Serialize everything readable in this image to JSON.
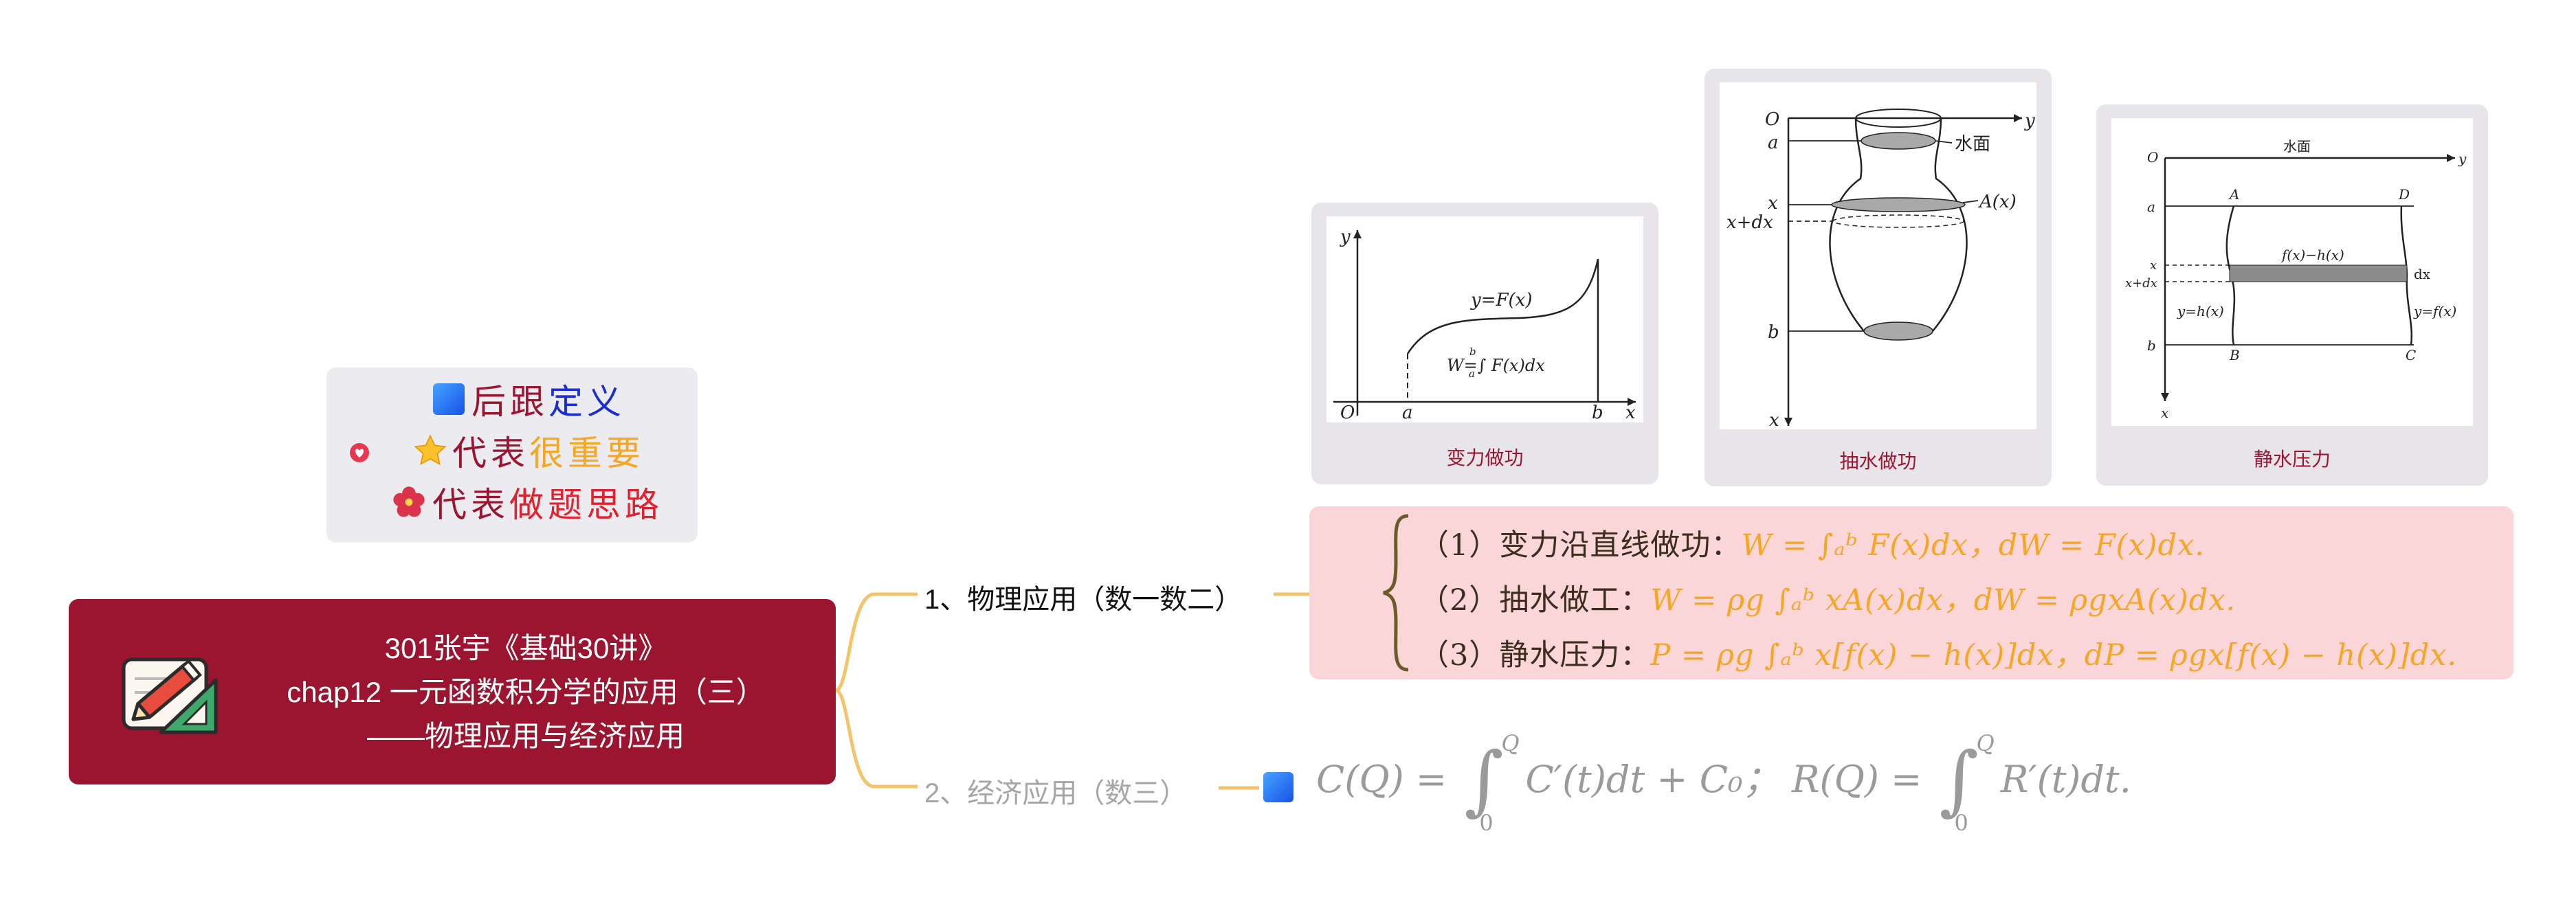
{
  "legend": {
    "row1": {
      "mark": "后跟",
      "word": "定义"
    },
    "row2": {
      "mark": "代表",
      "word": "很重要"
    },
    "row3": {
      "mark": "代表",
      "word": "做题思路"
    },
    "icons": [
      "blue-square-icon",
      "star-icon",
      "hibiscus-icon",
      "heart-icon"
    ]
  },
  "root": {
    "line1": "301张宇《基础30讲》",
    "line2": "chap12 一元函数积分学的应用（三）",
    "line3": "——物理应用与经济应用",
    "icon": "pencil-ruler-icon",
    "color": "#9b1430"
  },
  "branches": {
    "physics": "1、物理应用（数一数二）",
    "economics": "2、经济应用（数三）"
  },
  "images": [
    {
      "caption": "变力做功",
      "labels": {
        "y": "y",
        "curve": "y=F(x)",
        "work": "W=∫ F(x)dx",
        "o": "O",
        "a": "a",
        "b": "b",
        "x": "x",
        "lim_b": "b",
        "lim_a": "a"
      }
    },
    {
      "caption": "抽水做功",
      "labels": {
        "o": "O",
        "y": "y",
        "a": "a",
        "surface": "水面",
        "x": "x",
        "xdx": "x+dx",
        "area": "A(x)",
        "b": "b",
        "xaxis": "x"
      }
    },
    {
      "caption": "静水压力",
      "labels": {
        "o": "O",
        "surface": "水面",
        "y": "y",
        "a": "a",
        "A": "A",
        "D": "D",
        "diff": "f(x)−h(x)",
        "x": "x",
        "xdx": "x+dx",
        "dx": "dx",
        "h": "y=h(x)",
        "f": "y=f(x)",
        "b": "b",
        "B": "B",
        "C": "C",
        "xaxis": "x"
      }
    }
  ],
  "formulas": [
    {
      "label": "（1）变力沿直线做功：",
      "math": "W = ∫ₐᵇ F(x)dx，dW = F(x)dx."
    },
    {
      "label": "（2）抽水做工：",
      "math": "W = ρg ∫ₐᵇ xA(x)dx，dW = ρgxA(x)dx."
    },
    {
      "label": "（3）静水压力：",
      "math": "P = ρg ∫ₐᵇ x[f(x) − h(x)]dx，dP = ρgx[f(x) − h(x)]dx."
    }
  ],
  "economics": {
    "c_lhs": "C(Q) = ",
    "c_rhs": "C′(t)dt + C₀；",
    "r_lhs": "R(Q) = ",
    "r_rhs": "R′(t)dt.",
    "upper": "Q",
    "lower": "0"
  },
  "colors": {
    "accent": "#9b1430",
    "connector": "#f5c36a",
    "formula_bg": "#fbd6d8",
    "math": "#f5a623"
  }
}
